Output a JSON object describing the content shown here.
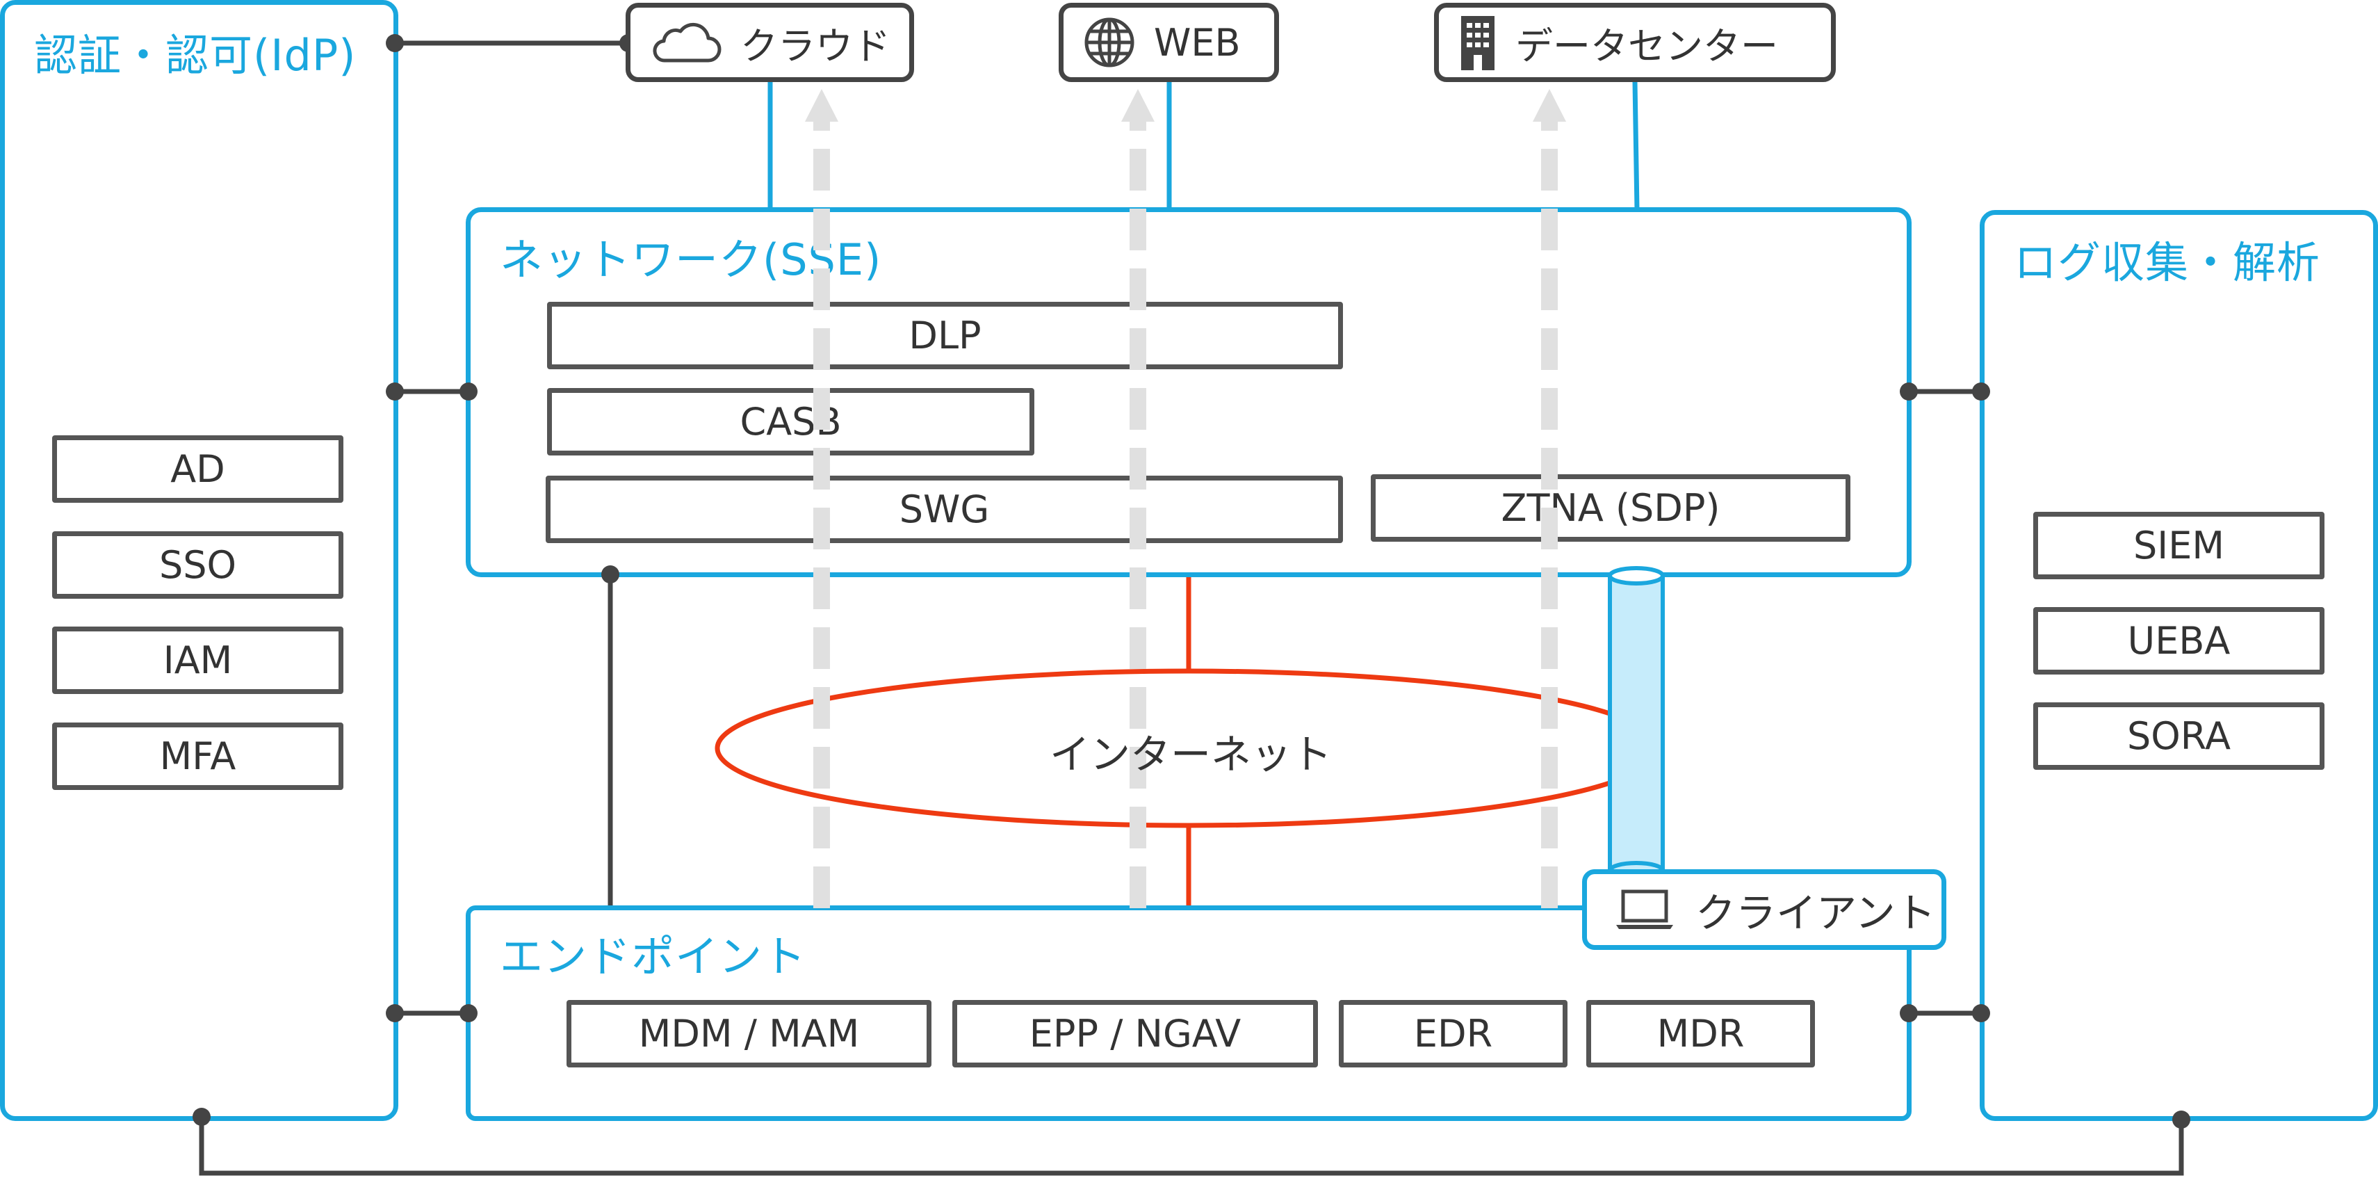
{
  "colors": {
    "accent_blue": "#1aa7de",
    "line_dark": "#444444",
    "internet_red": "#ee3a12",
    "arrow_gray": "#e0e0e0",
    "tunnel_fill": "#c6ecfb"
  },
  "regions": {
    "idp": {
      "title": "認証・認可(IdP)",
      "items": [
        "AD",
        "SSO",
        "IAM",
        "MFA"
      ]
    },
    "network": {
      "title": "ネットワーク(SSE)",
      "dlp": "DLP",
      "casb": "CASB",
      "swg": "SWG",
      "ztna": "ZTNA (SDP)"
    },
    "logs": {
      "title": "ログ収集・解析",
      "items": [
        "SIEM",
        "UEBA",
        "SORA"
      ]
    },
    "endpoint": {
      "title": "エンドポイント",
      "items": [
        "MDM / MAM",
        "EPP / NGAV",
        "EDR",
        "MDR"
      ]
    }
  },
  "destinations": [
    {
      "label": "クラウド",
      "icon": "cloud-icon"
    },
    {
      "label": "WEB",
      "icon": "globe-icon"
    },
    {
      "label": "データセンター",
      "icon": "building-icon"
    }
  ],
  "internet": {
    "label": "インターネット"
  },
  "client": {
    "label": "クライアント",
    "icon": "laptop-icon"
  }
}
